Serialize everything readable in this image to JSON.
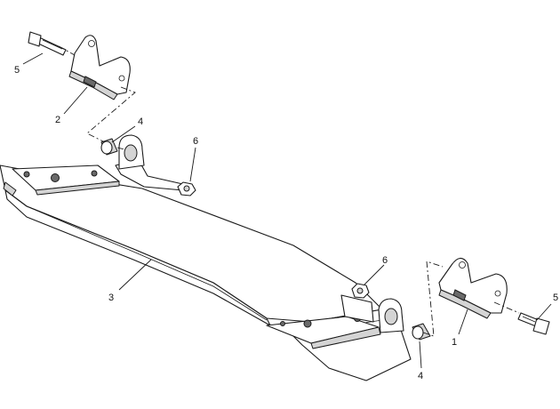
{
  "callouts": [
    {
      "id": "c5a",
      "label": "5"
    },
    {
      "id": "c2",
      "label": "2"
    },
    {
      "id": "c4a",
      "label": "4"
    },
    {
      "id": "c6a",
      "label": "6"
    },
    {
      "id": "c3",
      "label": "3"
    },
    {
      "id": "c6b",
      "label": "6"
    },
    {
      "id": "c1",
      "label": "1"
    },
    {
      "id": "c5b",
      "label": "5"
    },
    {
      "id": "c4b",
      "label": "4"
    }
  ]
}
